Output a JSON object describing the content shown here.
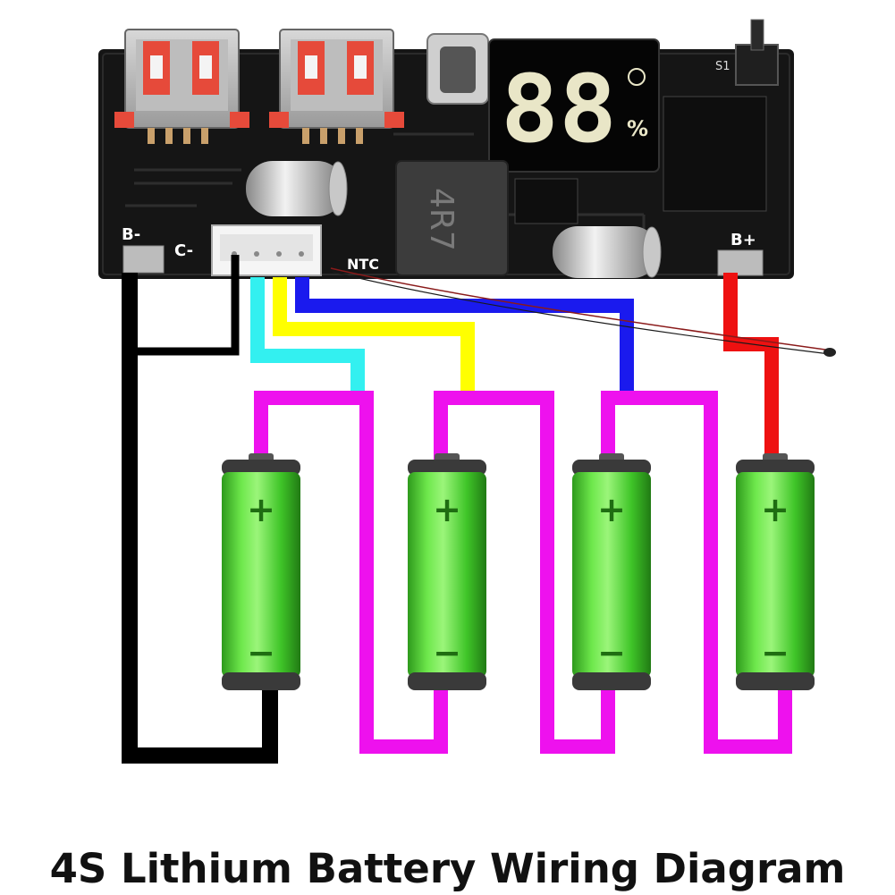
{
  "title": "4S Lithium Battery Wiring Diagram",
  "board": {
    "display_digits": "88",
    "display_unit": "%",
    "inductor_label": "4R7",
    "label_b_minus": "B-",
    "label_c_minus": "C-",
    "label_b_plus": "B+",
    "label_ntc": "NTC",
    "label_switch": "S1"
  },
  "batteries": [
    {
      "plus": "+",
      "minus": "−"
    },
    {
      "plus": "+",
      "minus": "−"
    },
    {
      "plus": "+",
      "minus": "−"
    },
    {
      "plus": "+",
      "minus": "−"
    }
  ],
  "wire_colors": {
    "black": "#000000",
    "cyan": "#33f0f0",
    "yellow": "#ffff00",
    "blue": "#1a1aee",
    "red": "#ee1111",
    "magenta": "#ee11ee",
    "pcb": "#161616",
    "battery_green": "#44d22c"
  }
}
